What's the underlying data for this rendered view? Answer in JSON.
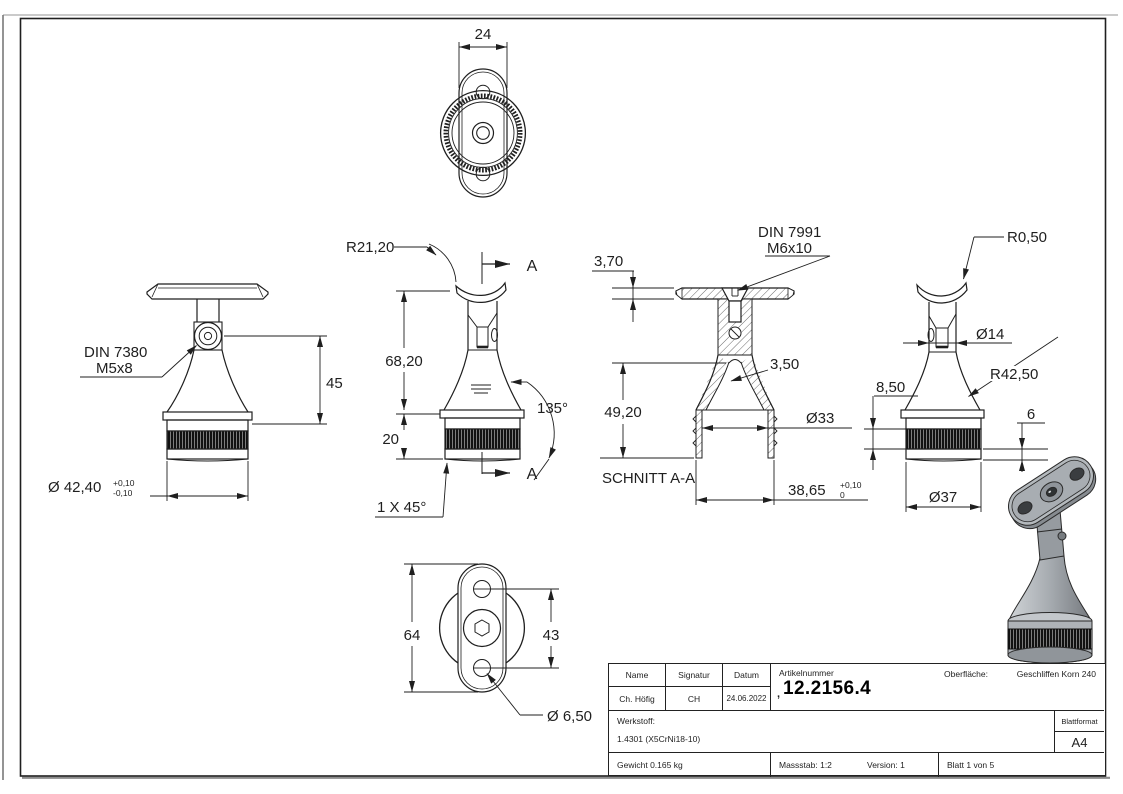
{
  "views": {
    "top": {
      "dim_width": "24"
    },
    "front": {
      "din_label1": "DIN 7380",
      "din_label2": "M5x8",
      "dim_height": "45",
      "dim_dia": "Ø 42,40",
      "tol_plus": "+0,10",
      "tol_minus": "-0,10"
    },
    "side": {
      "radius": "R21,20",
      "section_letter": "A",
      "dim_total_h": "68,20",
      "dim_base_h": "20",
      "angle": "135°",
      "chamfer": "1 X 45°"
    },
    "section": {
      "din_label1": "DIN 7991",
      "din_label2": "M6x10",
      "dim_plate": "3,70",
      "dim_wall": "3,50",
      "dim_depth": "49,20",
      "dim_bore": "Ø33",
      "caption": "SCHNITT A-A",
      "dim_insert": "38,65",
      "tol_plus": "+0,10",
      "tol_zero": "0"
    },
    "right": {
      "radius_small": "R0,50",
      "dim_neck": "Ø14",
      "radius_big": "R42,50",
      "dim_lip": "8,50",
      "dim_rim": "6",
      "dim_body": "Ø37"
    },
    "bottom": {
      "dim_length": "64",
      "dim_holes": "43",
      "dim_hole_dia": "Ø 6,50"
    }
  },
  "title_block": {
    "name_label": "Name",
    "signatur_label": "Signatur",
    "datum_label": "Datum",
    "name_value": "Ch. Höfig",
    "signatur_value": "CH",
    "datum_value": "24.06.2022",
    "artikelnummer_label": "Artikelnummer",
    "artikelnummer_prefix": ",",
    "artikelnummer_value": "12.2156.4",
    "oberflaeche_label": "Oberfläche:",
    "oberflaeche_value": "Geschliffen Korn 240",
    "werkstoff_label": "Werkstoff:",
    "werkstoff_value": "1.4301 (X5CrNi18-10)",
    "blattformat_label": "Blattformat",
    "blattformat_value": "A4",
    "gewicht": "Gewicht 0.165 kg",
    "massstab": "Massstab: 1:2",
    "version": "Version: 1",
    "blatt": "Blatt 1 von 5"
  },
  "colors": {
    "line": "#1f1f1f",
    "knurl": "#111111",
    "shade_light": "#c7cbce",
    "shade_mid": "#9aa0a5",
    "shade_dark": "#787d82"
  }
}
